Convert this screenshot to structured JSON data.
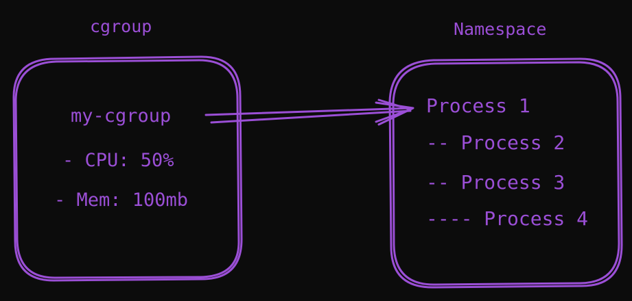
{
  "colors": {
    "background": "#0c0c0c",
    "stroke": "#9b4fd6"
  },
  "cgroup": {
    "title": "cgroup",
    "name": "my-cgroup",
    "cpu": "- CPU: 50%",
    "mem": "- Mem: 100mb"
  },
  "namespace": {
    "title": "Namespace",
    "processes": [
      "Process 1",
      "-- Process 2",
      "-- Process 3",
      "---- Process 4"
    ]
  }
}
